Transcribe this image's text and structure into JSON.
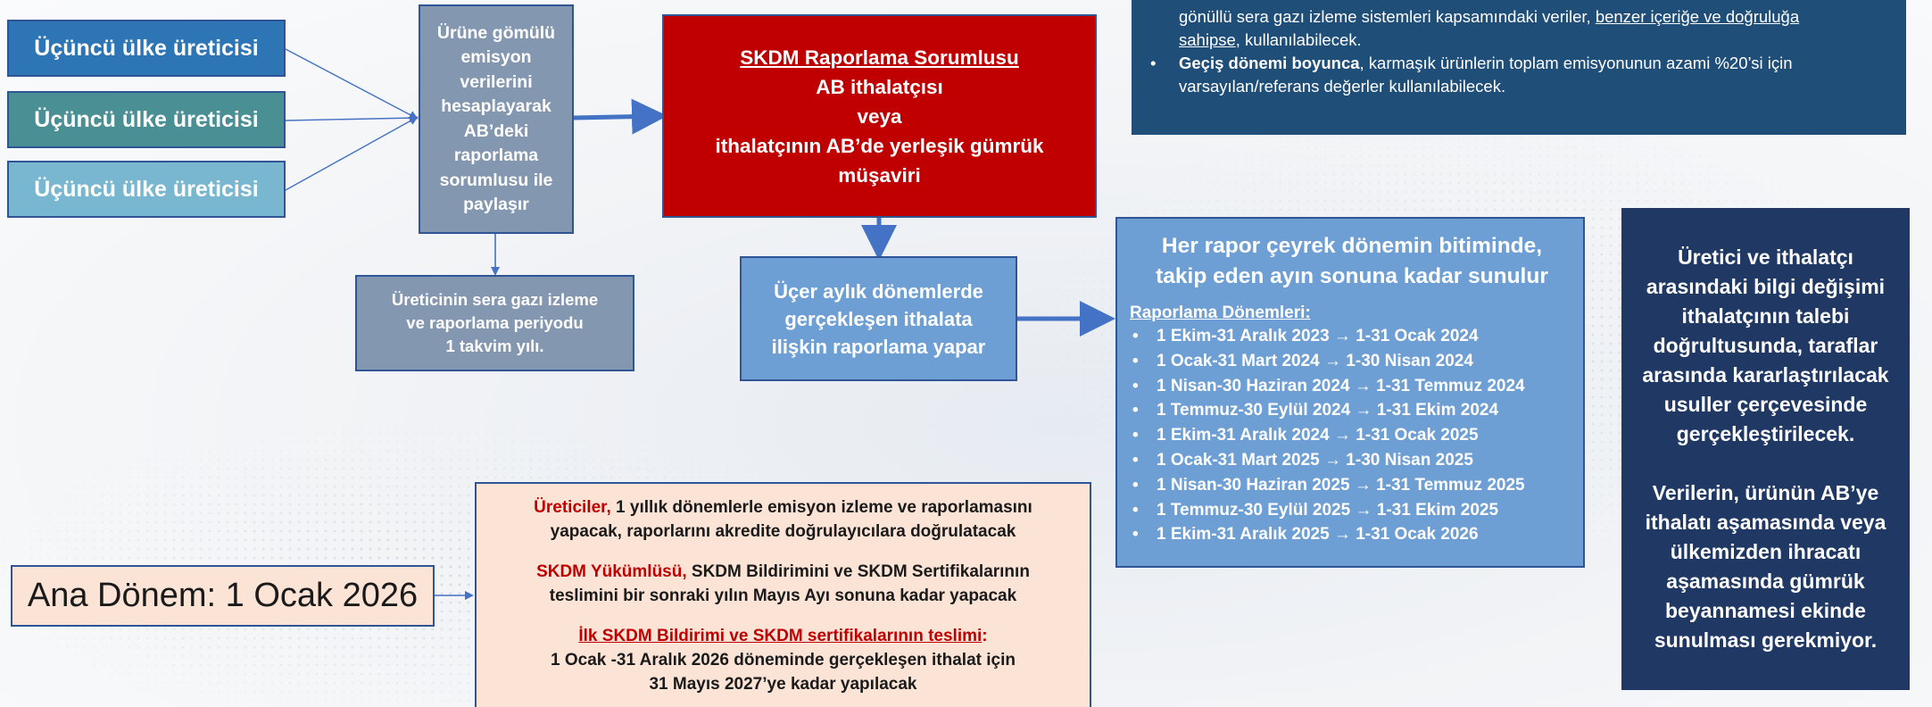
{
  "producers": [
    "Üçüncü ülke üreticisi",
    "Üçüncü ülke üreticisi",
    "Üçüncü ülke üreticisi"
  ],
  "embedded_box": [
    "Ürüne gömülü",
    "emisyon",
    "verilerini",
    "hesaplayarak",
    "AB’deki",
    "raporlama",
    "sorumlusu ile",
    "paylaşır"
  ],
  "period_box": [
    "Üreticinin sera gazı izleme",
    "ve raporlama periyodu",
    "1 takvim yılı."
  ],
  "responsible_box": {
    "title": "SKDM Raporlama Sorumlusu",
    "lines": [
      "AB ithalatçısı",
      "veya",
      "ithalatçının AB’de yerleşik gümrük",
      "müşaviri"
    ]
  },
  "quarterly_box": [
    "Üçer aylık dönemlerde",
    "gerçekleşen ithalata",
    "ilişkin raporlama yapar"
  ],
  "top_panel": {
    "line1_start": "gönüllü sera gazı izleme sistemleri kapsamındaki veriler,",
    "line1_underline": "benzer içeriğe ve doğruluğa",
    "line2_underline": "sahipse",
    "line2_end": ", kullanılabilecek.",
    "bullet2_bold": "Geçiş dönemi boyunca",
    "bullet2_rest": ", karmaşık ürünlerin toplam emisyonunun azami %20’si için",
    "bullet2_line2": "varsayılan/referans değerler kullanılabilecek."
  },
  "reporting_panel": {
    "heading": [
      "Her rapor çeyrek dönemin bitiminde,",
      "takip eden ayın sonuna kadar sunulur"
    ],
    "subheading": "Raporlama Dönemleri:",
    "periods": [
      {
        "from": "1 Ekim-31 Aralık 2023",
        "to": "1-31 Ocak 2024"
      },
      {
        "from": "1 Ocak-31 Mart 2024",
        "to": "1-30 Nisan 2024"
      },
      {
        "from": "1 Nisan-30 Haziran 2024",
        "to": "1-31 Temmuz 2024"
      },
      {
        "from": "1 Temmuz-30 Eylül 2024",
        "to": "1-31 Ekim 2024"
      },
      {
        "from": "1 Ekim-31 Aralık 2024",
        "to": "1-31 Ocak 2025"
      },
      {
        "from": "1 Ocak-31 Mart 2025",
        "to": "1-30 Nisan 2025"
      },
      {
        "from": "1 Nisan-30 Haziran 2025",
        "to": "1-31 Temmuz 2025"
      },
      {
        "from": "1 Temmuz-30 Eylül 2025",
        "to": "1-31 Ekim 2025"
      },
      {
        "from": "1 Ekim-31 Aralık 2025",
        "to": "1-31 Ocak 2026"
      }
    ]
  },
  "info_panel": {
    "para1": [
      "Üretici ve ithalatçı",
      "arasındaki bilgi değişimi",
      "ithalatçının talebi",
      "doğrultusunda, taraflar",
      "arasında kararlaştırılacak",
      "usuller çerçevesinde",
      "gerçekleştirilecek."
    ],
    "para2": [
      "Verilerin, ürünün AB’ye",
      "ithalatı aşamasında veya",
      "ülkemizden ihracatı",
      "aşamasında gümrük",
      "beyannamesi ekinde",
      "sunulması gerekmiyor."
    ]
  },
  "main_period": "Ana Dönem: 1 Ocak 2026",
  "obligations": {
    "p1_red": "Üreticiler,",
    "p1_rest": " 1 yıllık dönemlerle emisyon izleme ve raporlamasını",
    "p1_line2": "yapacak, raporlarını akredite doğrulayıcılara doğrulatacak",
    "p2_red": "SKDM Yükümlüsü,",
    "p2_rest": " SKDM Bildirimini ve SKDM Sertifikalarının",
    "p2_line2": "teslimini bir sonraki yılın Mayıs Ayı sonuna kadar yapacak",
    "p3_title": "İlk SKDM Bildirimi ve SKDM sertifikalarının teslimi",
    "p3_colon": ":",
    "p3_line2": "1 Ocak -31 Aralık 2026 döneminde gerçekleşen ithalat için",
    "p3_line3": "31 Mayıs 2027’ye kadar yapılacak"
  },
  "colors": {
    "producer_1": "#2e75b6",
    "producer_2": "#4a8f94",
    "producer_3": "#78b7cf",
    "grey_box": "#8497b0",
    "red_box": "#c00000",
    "blue_box": "#6e9fd4",
    "navy_panel": "#1f3864",
    "dark_blue_panel": "#1f4e79",
    "peach": "#fbe3d6",
    "arrow": "#4472c4"
  }
}
